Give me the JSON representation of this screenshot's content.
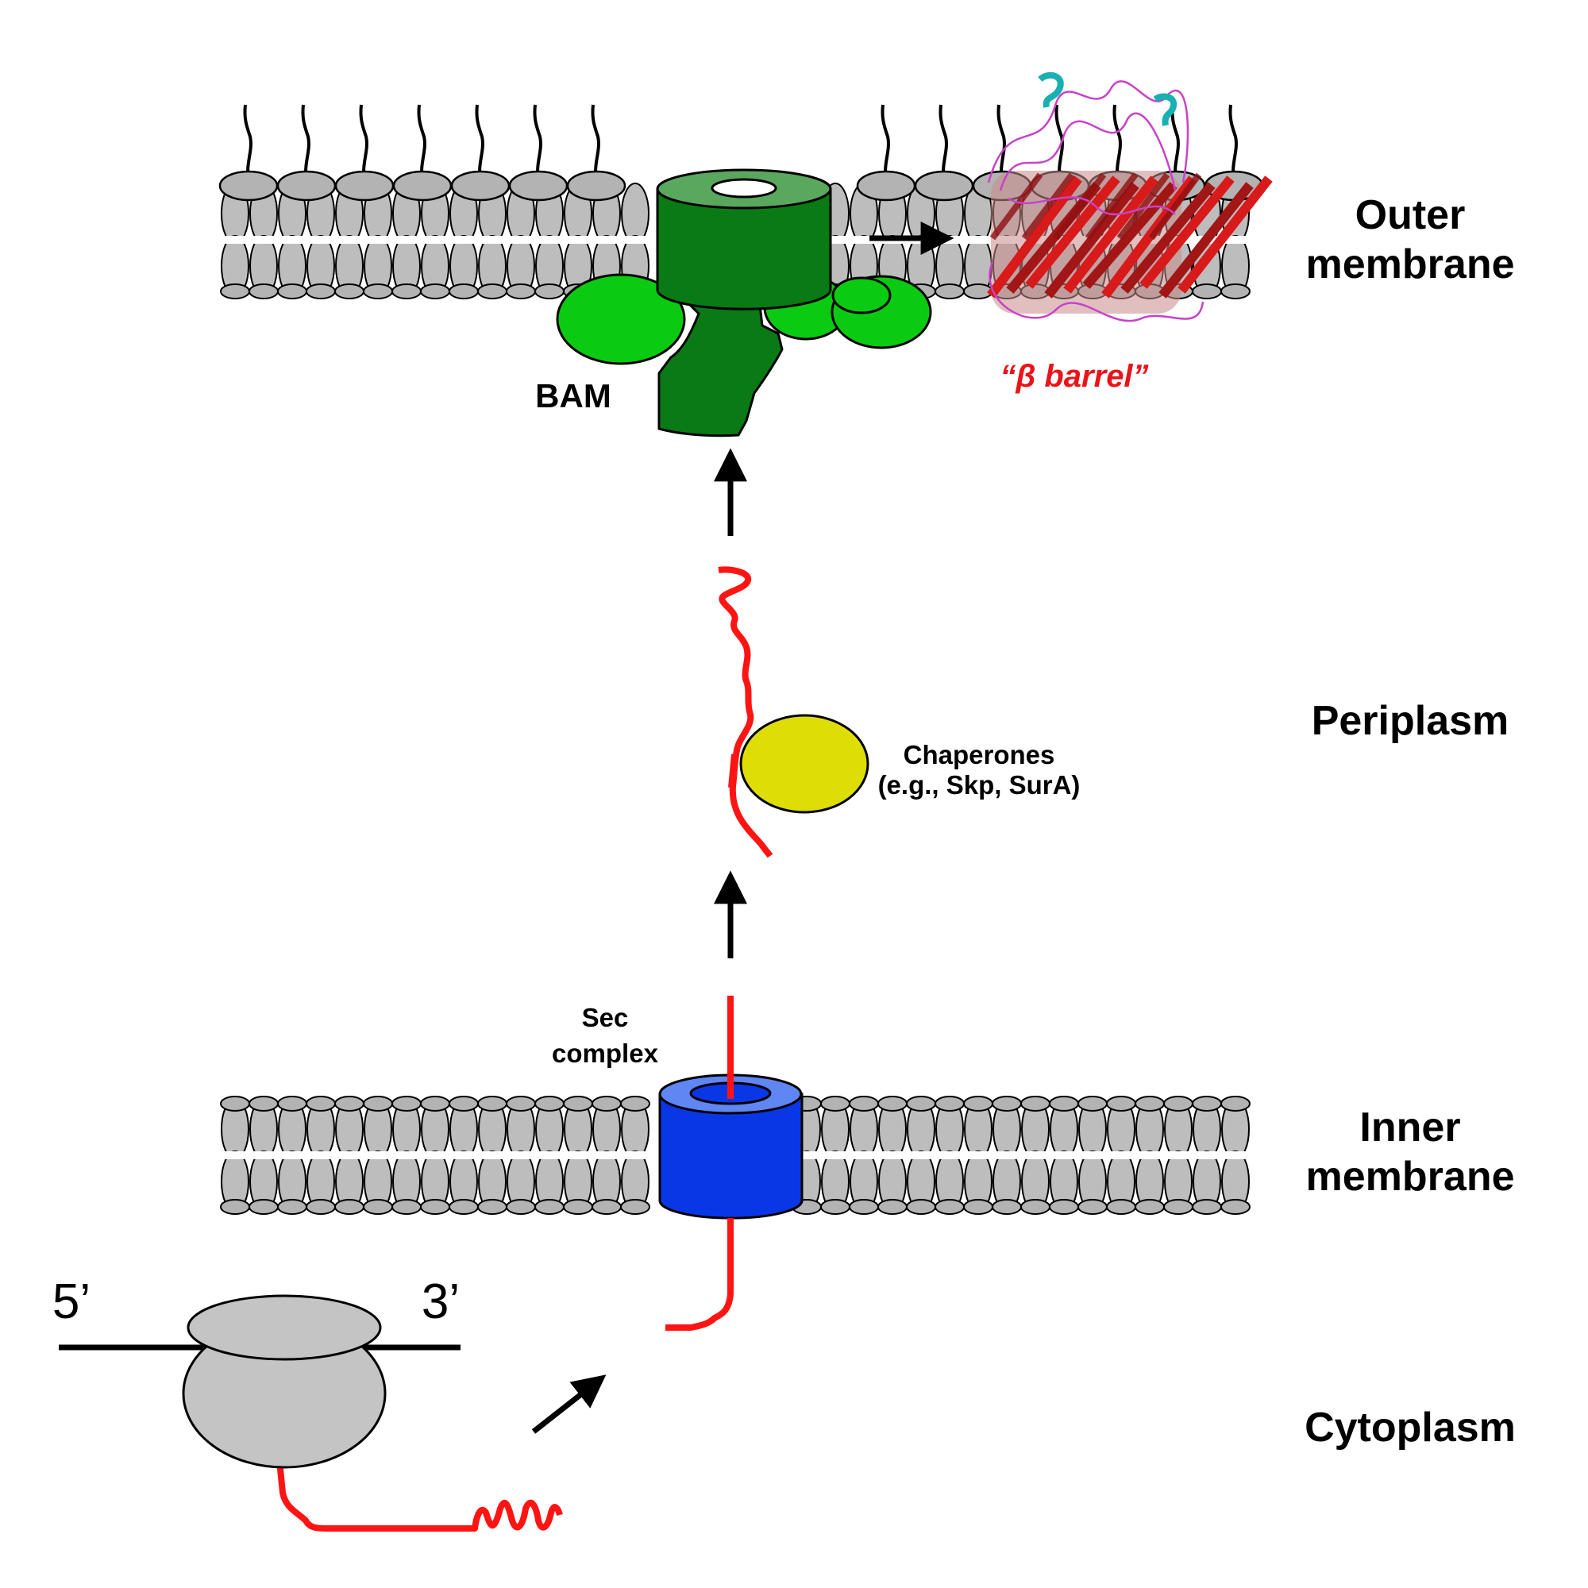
{
  "labels": {
    "outer_membrane_line1": "Outer",
    "outer_membrane_line2": "membrane",
    "periplasm": "Periplasm",
    "inner_membrane_line1": "Inner",
    "inner_membrane_line2": "membrane",
    "cytoplasm": "Cytoplasm",
    "bam": "BAM",
    "beta_barrel": "“β barrel”",
    "chaperones_line1": "Chaperones",
    "chaperones_line2": "(e.g., Skp, SurA)",
    "sec_line1": "Sec",
    "sec_line2": "complex",
    "five_prime": "5’",
    "three_prime": "3’"
  },
  "colors": {
    "lipid_head": "#b3b3b3",
    "lipid_tail": "#bdbdbd",
    "bam_dark": "#0a7a14",
    "bam_light": "#0acb12",
    "bam_top": "#5aa85e",
    "sec_blue": "#0a37e6",
    "sec_top": "#5f86f2",
    "chaperone": "#dede06",
    "polypeptide": "#ff1414",
    "barrel_red": "#d81a1a",
    "barrel_loop": "#c842c8",
    "ribosome": "#c4c4c4"
  }
}
